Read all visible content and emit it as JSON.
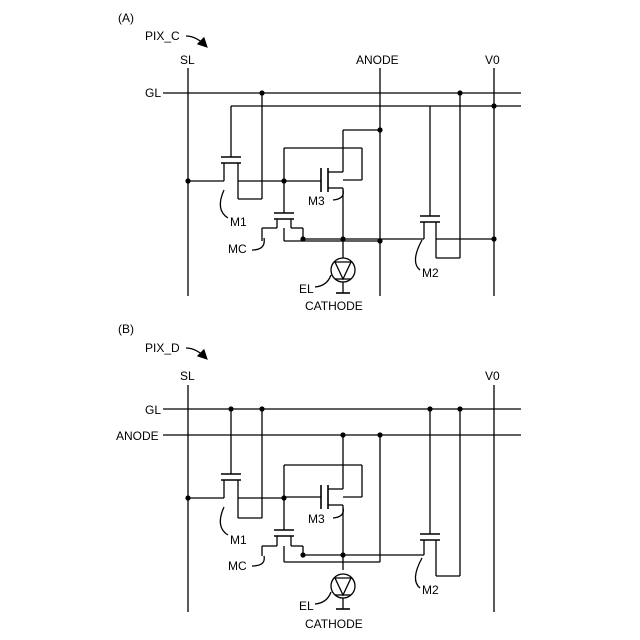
{
  "panel_a": {
    "tag": "(A)",
    "pixel_name": "PIX_C",
    "sl": "SL",
    "anode": "ANODE",
    "v0": "V0",
    "gl": "GL",
    "m1": "M1",
    "m3": "M3",
    "mc": "MC",
    "m2": "M2",
    "el": "EL",
    "cathode": "CATHODE"
  },
  "panel_b": {
    "tag": "(B)",
    "pixel_name": "PIX_D",
    "sl": "SL",
    "v0": "V0",
    "gl": "GL",
    "anode": "ANODE",
    "m1": "M1",
    "m3": "M3",
    "mc": "MC",
    "m2": "M2",
    "el": "EL",
    "cathode": "CATHODE"
  }
}
